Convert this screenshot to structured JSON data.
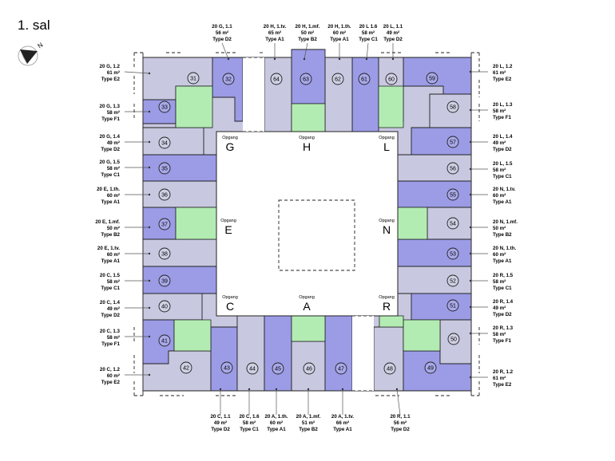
{
  "page": {
    "title": "1. sal"
  },
  "compass": {
    "north": "N"
  },
  "colors": {
    "typeA": "#c8c8e0",
    "typeB": "#9b9be6",
    "courtyard": "#b3ecb3",
    "outline": "#222222",
    "leader": "#555555"
  },
  "staircases": [
    {
      "letter": "G",
      "caption": "Opgang"
    },
    {
      "letter": "H",
      "caption": "Opgang"
    },
    {
      "letter": "L",
      "caption": "Opgang"
    },
    {
      "letter": "E",
      "caption": "Opgang"
    },
    {
      "letter": "N",
      "caption": "Opgang"
    },
    {
      "letter": "C",
      "caption": "Opgang"
    },
    {
      "letter": "A",
      "caption": "Opgang"
    },
    {
      "letter": "R",
      "caption": "Opgang"
    }
  ],
  "units": [
    {
      "number": "31",
      "color": "typeA",
      "label": [
        "20 G, 1.2",
        "61 m²",
        "Type E2"
      ]
    },
    {
      "number": "32",
      "color": "typeB",
      "label": [
        "20 G, 1.1",
        "56 m²",
        "Type D2"
      ]
    },
    {
      "number": "33",
      "color": "typeB",
      "label": [
        "20 G, 1.3",
        "58 m²",
        "Type F1"
      ]
    },
    {
      "number": "34",
      "color": "typeA",
      "label": [
        "20 G, 1.4",
        "49 m²",
        "Type D2"
      ]
    },
    {
      "number": "35",
      "color": "typeB",
      "label": [
        "20 G, 1.5",
        "58 m²",
        "Type C1"
      ]
    },
    {
      "number": "36",
      "color": "typeA",
      "label": [
        "20 E, 1.th.",
        "60 m²",
        "Type A1"
      ]
    },
    {
      "number": "37",
      "color": "typeB",
      "label": [
        "20 E, 1.mf.",
        "50 m²",
        "Type B2"
      ]
    },
    {
      "number": "38",
      "color": "typeA",
      "label": [
        "20 E, 1.tv.",
        "60 m²",
        "Type A1"
      ]
    },
    {
      "number": "39",
      "color": "typeB",
      "label": [
        "20 C, 1.5",
        "58 m²",
        "Type C1"
      ]
    },
    {
      "number": "40",
      "color": "typeA",
      "label": [
        "20 C, 1.4",
        "49 m²",
        "Type D2"
      ]
    },
    {
      "number": "41",
      "color": "typeB",
      "label": [
        "20 C, 1.3",
        "58 m²",
        "Type F1"
      ]
    },
    {
      "number": "42",
      "color": "typeA",
      "label": [
        "20 C, 1.2",
        "60 m²",
        "Type E2"
      ]
    },
    {
      "number": "43",
      "color": "typeB",
      "label": [
        "20 C, 1.1",
        "49 m²",
        "Type D2"
      ]
    },
    {
      "number": "44",
      "color": "typeA",
      "label": [
        "20 C, 1.6",
        "58 m²",
        "Type C1"
      ]
    },
    {
      "number": "45",
      "color": "typeB",
      "label": [
        "20 A, 1.th.",
        "60 m²",
        "Type A1"
      ]
    },
    {
      "number": "46",
      "color": "typeA",
      "label": [
        "20 A, 1.mf.",
        "51 m²",
        "Type B2"
      ]
    },
    {
      "number": "47",
      "color": "typeB",
      "label": [
        "20 A, 1.tv.",
        "66 m²",
        "Type A1"
      ]
    },
    {
      "number": "48",
      "color": "typeA",
      "label": [
        "20 R, 1.1",
        "56 m²",
        "Type D2"
      ]
    },
    {
      "number": "49",
      "color": "typeB",
      "label": [
        "20 R, 1.2",
        "61 m²",
        "Type E2"
      ]
    },
    {
      "number": "50",
      "color": "typeA",
      "label": [
        "20 R, 1.3",
        "58 m²",
        "Type F1"
      ]
    },
    {
      "number": "51",
      "color": "typeB",
      "label": [
        "20 R, 1.4",
        "49 m²",
        "Type D2"
      ]
    },
    {
      "number": "52",
      "color": "typeA",
      "label": [
        "20 R, 1.5",
        "58 m²",
        "Type C1"
      ]
    },
    {
      "number": "53",
      "color": "typeB",
      "label": [
        "20 N, 1.th.",
        "60 m²",
        "Type A1"
      ]
    },
    {
      "number": "54",
      "color": "typeA",
      "label": [
        "20 N, 1.mf.",
        "50 m²",
        "Type B2"
      ]
    },
    {
      "number": "55",
      "color": "typeB",
      "label": [
        "20 N, 1.tv.",
        "60 m²",
        "Type A1"
      ]
    },
    {
      "number": "56",
      "color": "typeA",
      "label": [
        "20 L, 1.5",
        "58 m²",
        "Type C1"
      ]
    },
    {
      "number": "57",
      "color": "typeB",
      "label": [
        "20 L, 1.4",
        "49 m²",
        "Type D2"
      ]
    },
    {
      "number": "58",
      "color": "typeA",
      "label": [
        "20 L, 1.3",
        "58 m²",
        "Type F1"
      ]
    },
    {
      "number": "59",
      "color": "typeB",
      "label": [
        "20 L, 1.2",
        "61 m²",
        "Type E2"
      ]
    },
    {
      "number": "60",
      "color": "typeA",
      "label": [
        "20 L, 1.1",
        "49 m²",
        "Type D2"
      ]
    },
    {
      "number": "61",
      "color": "typeB",
      "label": [
        "20 L 1.6",
        "58 m²",
        "Type C1"
      ]
    },
    {
      "number": "62",
      "color": "typeA",
      "label": [
        "20 H, 1.th.",
        "60 m²",
        "Type A1"
      ]
    },
    {
      "number": "63",
      "color": "typeB",
      "label": [
        "20 H, 1.mf.",
        "50 m²",
        "Type B2"
      ]
    },
    {
      "number": "64",
      "color": "typeA",
      "label": [
        "20 H, 1.tv.",
        "65 m²",
        "Type A1"
      ]
    }
  ]
}
